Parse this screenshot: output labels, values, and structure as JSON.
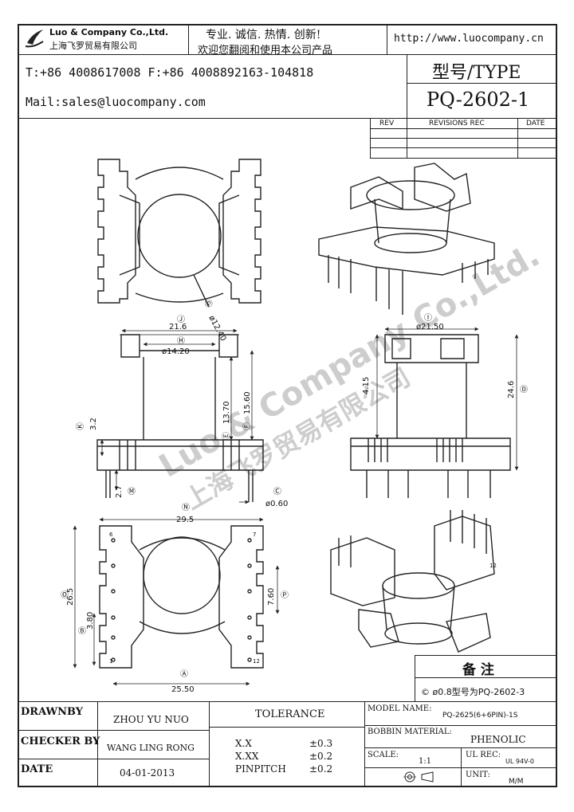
{
  "header": {
    "company_en": "Luo & Company Co.,Ltd.",
    "company_cn": "上海飞罗贸易有限公司",
    "slogan": "专业. 诚信. 热情. 创新!",
    "slogan_sub": "欢迎您翻阅和使用本公司产品",
    "website": "http://www.luocompany.cn",
    "contact_line": "T:+86 4008617008 F:+86 4008892163-104818",
    "mail_line": "Mail:sales@luocompany.com",
    "type_label": "型号/TYPE",
    "part_number": "PQ-2602-1"
  },
  "revisions": {
    "headers": [
      "REV",
      "REVISIONS REC",
      "DATE"
    ]
  },
  "dimensions": {
    "top_view": [
      "Ⓖ",
      "ø12.40"
    ],
    "front_view": [
      "Ⓙ",
      "21.6",
      "Ⓗ",
      "ø14.20",
      "13.70",
      "Ⓔ",
      "15.60",
      "Ⓕ",
      "Ⓚ",
      "3.2",
      "2.7",
      "Ⓜ",
      "Ⓒ",
      "ø0.60"
    ],
    "side_view": [
      "Ⓘ",
      "ø21.50",
      "4.15",
      "24.6",
      "Ⓓ"
    ],
    "bottom_view": [
      "Ⓝ",
      "29.5",
      "Ⓞ",
      "26.5",
      "Ⓑ",
      "3.80",
      "7.60",
      "Ⓟ",
      "Ⓐ",
      "25.50"
    ],
    "pin_labels": [
      "6",
      "1",
      "7",
      "12",
      "12"
    ]
  },
  "watermark": {
    "text_en": "Luo & Company Co.,Ltd.",
    "text_cn": "上海飞罗贸易有限公司"
  },
  "notes": {
    "title": "备 注",
    "text": "© ø0.8型号为PQ-2602-3"
  },
  "title_block": {
    "drawnby_label": "DRAWNBY",
    "drawnby_value": "ZHOU YU NUO",
    "checker_label": "CHECKER BY",
    "checker_value": "WANG LING RONG",
    "date_label": "DATE",
    "date_value": "04-01-2013",
    "tolerance_label": "TOLERANCE",
    "tol_rows": [
      {
        "k": "X.X",
        "v": "±0.3"
      },
      {
        "k": "X.XX",
        "v": "±0.2"
      },
      {
        "k": "PINPITCH",
        "v": "±0.2"
      }
    ],
    "model_label": "MODEL NAME:",
    "model_value": "PQ-2625(6+6PIN)-1S",
    "bobbin_label": "BOBBIN MATERIAL:",
    "bobbin_value": "PHENOLIC",
    "scale_label": "SCALE:",
    "scale_value": "1:1",
    "ul_label": "UL REC:",
    "ul_value": "UL 94V-0",
    "unit_label": "UNIT:",
    "unit_value": "M/M"
  },
  "colors": {
    "ink": "#111111",
    "watermark": "#c8c8c8"
  }
}
